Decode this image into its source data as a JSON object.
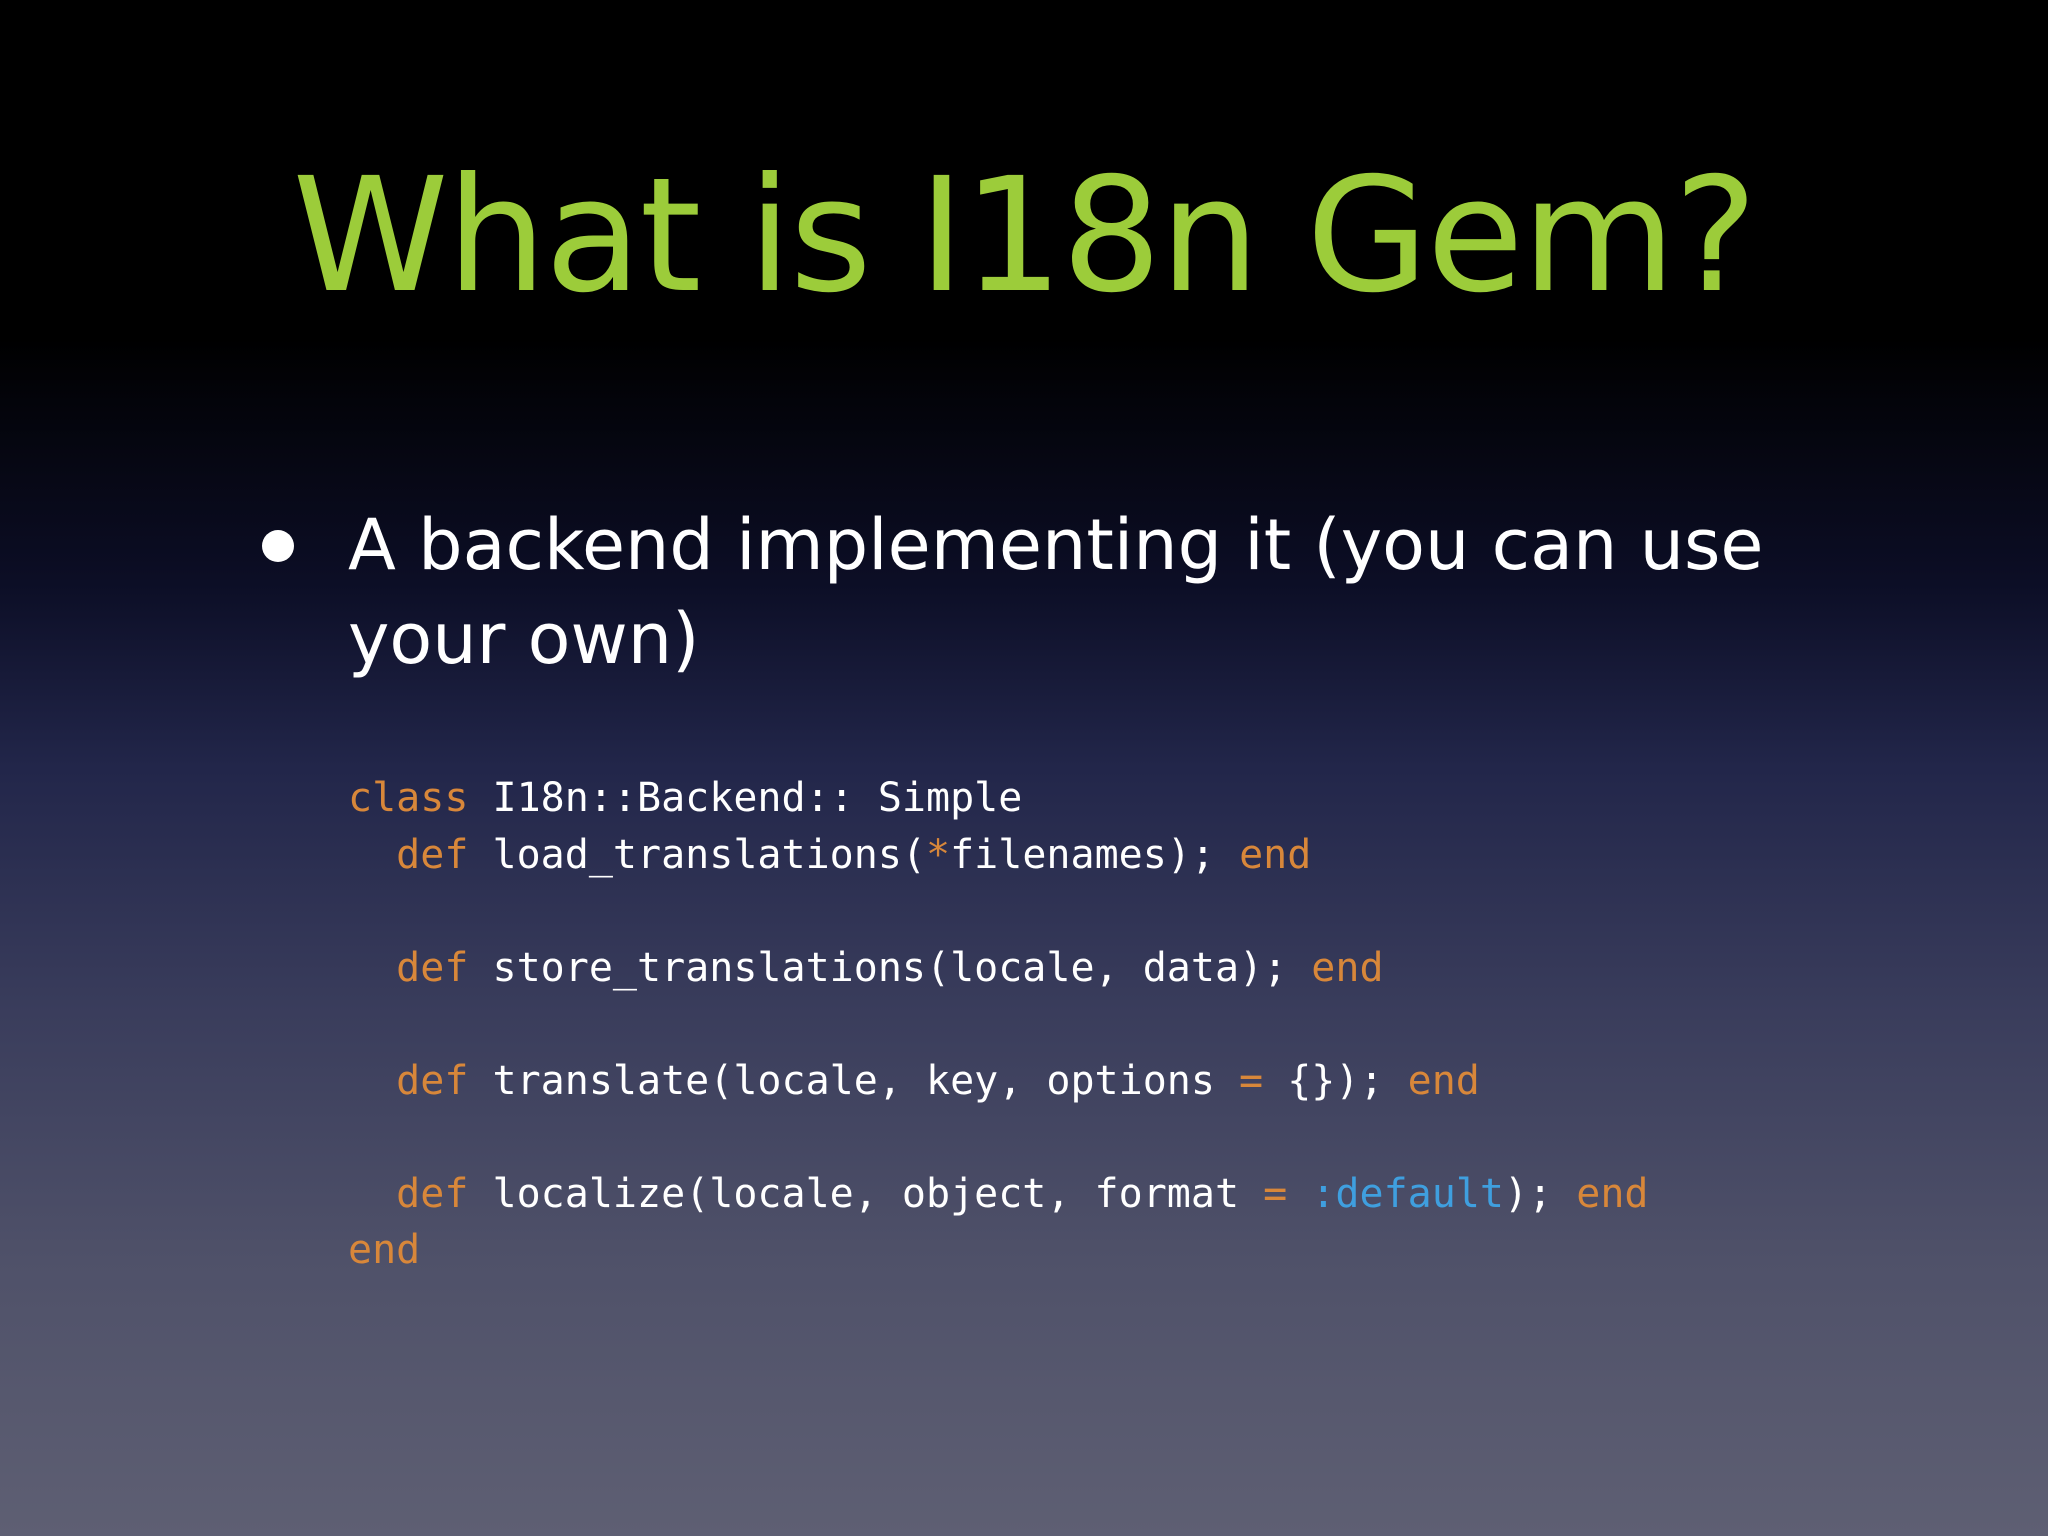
{
  "slide": {
    "title": "What is I18n Gem?",
    "bullets": [
      {
        "text": "A backend implementing it (you can use your own)"
      }
    ],
    "code": {
      "lines": [
        [
          {
            "t": "class",
            "c": "kw"
          },
          {
            "t": " I18n::Backend:: Simple",
            "c": ""
          }
        ],
        [
          {
            "t": "  ",
            "c": ""
          },
          {
            "t": "def",
            "c": "kw"
          },
          {
            "t": " load_translations(",
            "c": ""
          },
          {
            "t": "*",
            "c": "op"
          },
          {
            "t": "filenames); ",
            "c": ""
          },
          {
            "t": "end",
            "c": "kw"
          }
        ],
        [
          {
            "t": "",
            "c": ""
          }
        ],
        [
          {
            "t": "  ",
            "c": ""
          },
          {
            "t": "def",
            "c": "kw"
          },
          {
            "t": " store_translations(locale, data); ",
            "c": ""
          },
          {
            "t": "end",
            "c": "kw"
          }
        ],
        [
          {
            "t": "",
            "c": ""
          }
        ],
        [
          {
            "t": "  ",
            "c": ""
          },
          {
            "t": "def",
            "c": "kw"
          },
          {
            "t": " translate(locale, key, options ",
            "c": ""
          },
          {
            "t": "=",
            "c": "op"
          },
          {
            "t": " {}); ",
            "c": ""
          },
          {
            "t": "end",
            "c": "kw"
          }
        ],
        [
          {
            "t": "",
            "c": ""
          }
        ],
        [
          {
            "t": "  ",
            "c": ""
          },
          {
            "t": "def",
            "c": "kw"
          },
          {
            "t": " localize(locale, object, format ",
            "c": ""
          },
          {
            "t": "=",
            "c": "op"
          },
          {
            "t": " ",
            "c": ""
          },
          {
            "t": ":default",
            "c": "sym"
          },
          {
            "t": "); ",
            "c": ""
          },
          {
            "t": "end",
            "c": "kw"
          }
        ],
        [
          {
            "t": "end",
            "c": "kw"
          }
        ]
      ]
    },
    "colors": {
      "title": "#9ccc3a",
      "keyword": "#d8873a",
      "symbol": "#3f9fdf",
      "text": "#ffffff"
    }
  }
}
